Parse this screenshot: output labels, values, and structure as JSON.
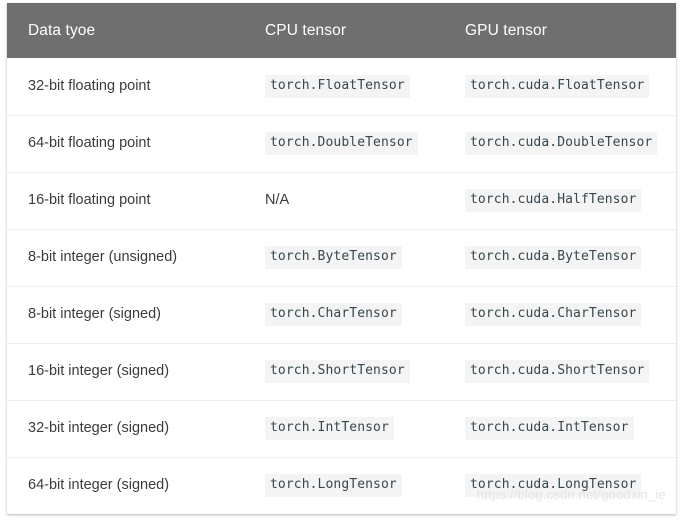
{
  "table": {
    "columns": [
      {
        "key": "dtype",
        "label": "Data tyoe"
      },
      {
        "key": "cpu",
        "label": "CPU tensor"
      },
      {
        "key": "gpu",
        "label": "GPU tensor"
      }
    ],
    "rows": [
      {
        "dtype": "32-bit floating point",
        "cpu": "torch.FloatTensor",
        "cpu_is_code": true,
        "gpu": "torch.cuda.FloatTensor",
        "gpu_is_code": true
      },
      {
        "dtype": "64-bit floating point",
        "cpu": "torch.DoubleTensor",
        "cpu_is_code": true,
        "gpu": "torch.cuda.DoubleTensor",
        "gpu_is_code": true
      },
      {
        "dtype": "16-bit floating point",
        "cpu": "N/A",
        "cpu_is_code": false,
        "gpu": "torch.cuda.HalfTensor",
        "gpu_is_code": true
      },
      {
        "dtype": "8-bit integer (unsigned)",
        "cpu": "torch.ByteTensor",
        "cpu_is_code": true,
        "gpu": "torch.cuda.ByteTensor",
        "gpu_is_code": true
      },
      {
        "dtype": "8-bit integer (signed)",
        "cpu": "torch.CharTensor",
        "cpu_is_code": true,
        "gpu": "torch.cuda.CharTensor",
        "gpu_is_code": true
      },
      {
        "dtype": "16-bit integer (signed)",
        "cpu": "torch.ShortTensor",
        "cpu_is_code": true,
        "gpu": "torch.cuda.ShortTensor",
        "gpu_is_code": true
      },
      {
        "dtype": "32-bit integer (signed)",
        "cpu": "torch.IntTensor",
        "cpu_is_code": true,
        "gpu": "torch.cuda.IntTensor",
        "gpu_is_code": true
      },
      {
        "dtype": "64-bit integer (signed)",
        "cpu": "torch.LongTensor",
        "cpu_is_code": true,
        "gpu": "torch.cuda.LongTensor",
        "gpu_is_code": true
      }
    ]
  },
  "watermark": {
    "text": "https://blog.csdn.net/goodxin_ie"
  },
  "colors": {
    "header_background": "#6f6f6f",
    "header_text": "#ffffff",
    "body_background": "#ffffff",
    "row_divider": "#eceff1",
    "code_chip_background": "#f4f4f4",
    "code_chip_text": "#37474f",
    "body_text": "#3b3b3b",
    "watermark_text": "#e4e4e4"
  }
}
